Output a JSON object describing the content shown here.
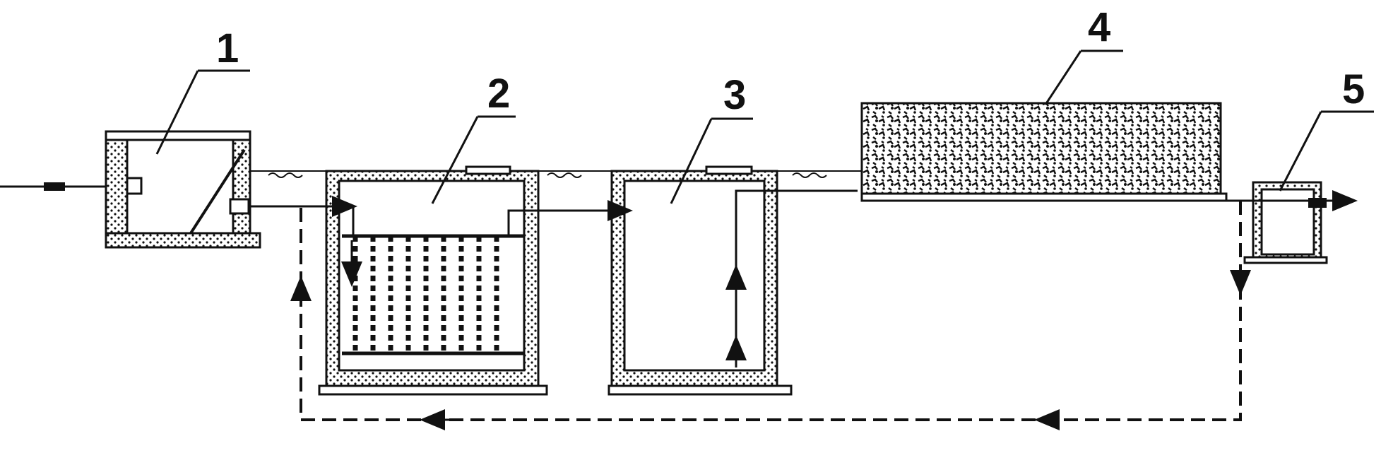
{
  "diagram": {
    "labels": [
      {
        "key": "1",
        "text": "1"
      },
      {
        "key": "2",
        "text": "2"
      },
      {
        "key": "3",
        "text": "3"
      },
      {
        "key": "4",
        "text": "4"
      },
      {
        "key": "5",
        "text": "5"
      }
    ],
    "colors": {
      "line": "#111111",
      "fill": "#ffffff"
    },
    "components": [
      "inlet-pipe",
      "tank-1",
      "tank-2-with-filter-media",
      "tank-3",
      "packed-bed-4",
      "outlet-box-5",
      "recirculation-loop-dashed"
    ]
  }
}
